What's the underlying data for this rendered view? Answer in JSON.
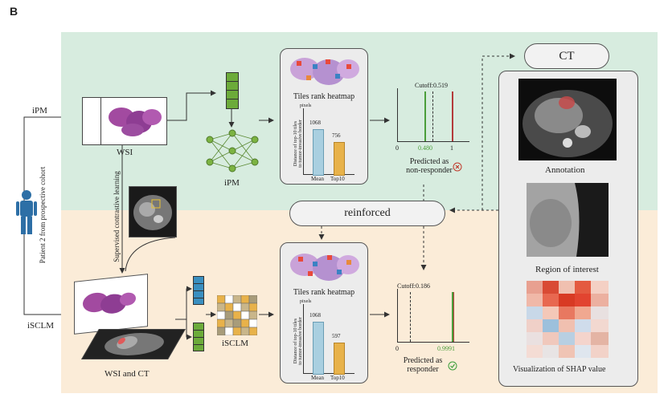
{
  "panel_label": "B",
  "side": {
    "patient": "Patient 2 from prospective cohort",
    "ipm_label": "iPM",
    "iscl_label": "iSCLM"
  },
  "top": {
    "wsi_label": "WSI",
    "model_label": "iPM",
    "heatmap_title": "Tiles rank heatmap",
    "pixels": "pixels",
    "yaxis": [
      "Distance of top-10 tiles",
      "to tumor-invasive border"
    ],
    "bar_values": [
      "1068",
      "756"
    ],
    "bar_cats": [
      "Mean",
      "Top10"
    ],
    "cutoff": "Cutoff:0.519",
    "axis_0": "0",
    "axis_val": "0.480",
    "axis_1": "1",
    "prediction": [
      "Predicted as",
      "non-responder"
    ]
  },
  "middle": {
    "supervised": "Supervised contrastive learning",
    "reinforced": "reinforced"
  },
  "bottom": {
    "wsi_ct_label": "WSI and CT",
    "model_label": "iSCLM",
    "heatmap_title": "Tiles rank heatmap",
    "pixels": "pixels",
    "yaxis": [
      "Distance of top-10 tiles",
      "to tumor-invasive border"
    ],
    "bar_values": [
      "1068",
      "597"
    ],
    "bar_cats": [
      "Mean",
      "Top10"
    ],
    "cutoff": "Cutoff:0.186",
    "axis_0": "0",
    "axis_val": "0.9991",
    "prediction": [
      "Predicted as",
      "responder"
    ]
  },
  "ct": {
    "title": "CT",
    "annotation": "Annotation",
    "roi": "Region of interest",
    "shap": "Visualization of SHAP value"
  },
  "colors": {
    "green": "#4a9e3a",
    "red": "#b33a3a",
    "blue_bar": "#a9cfe0",
    "orange_bar": "#e8b24a",
    "top_bg": "#d7ecdf",
    "bottom_bg": "#fbecd8"
  }
}
